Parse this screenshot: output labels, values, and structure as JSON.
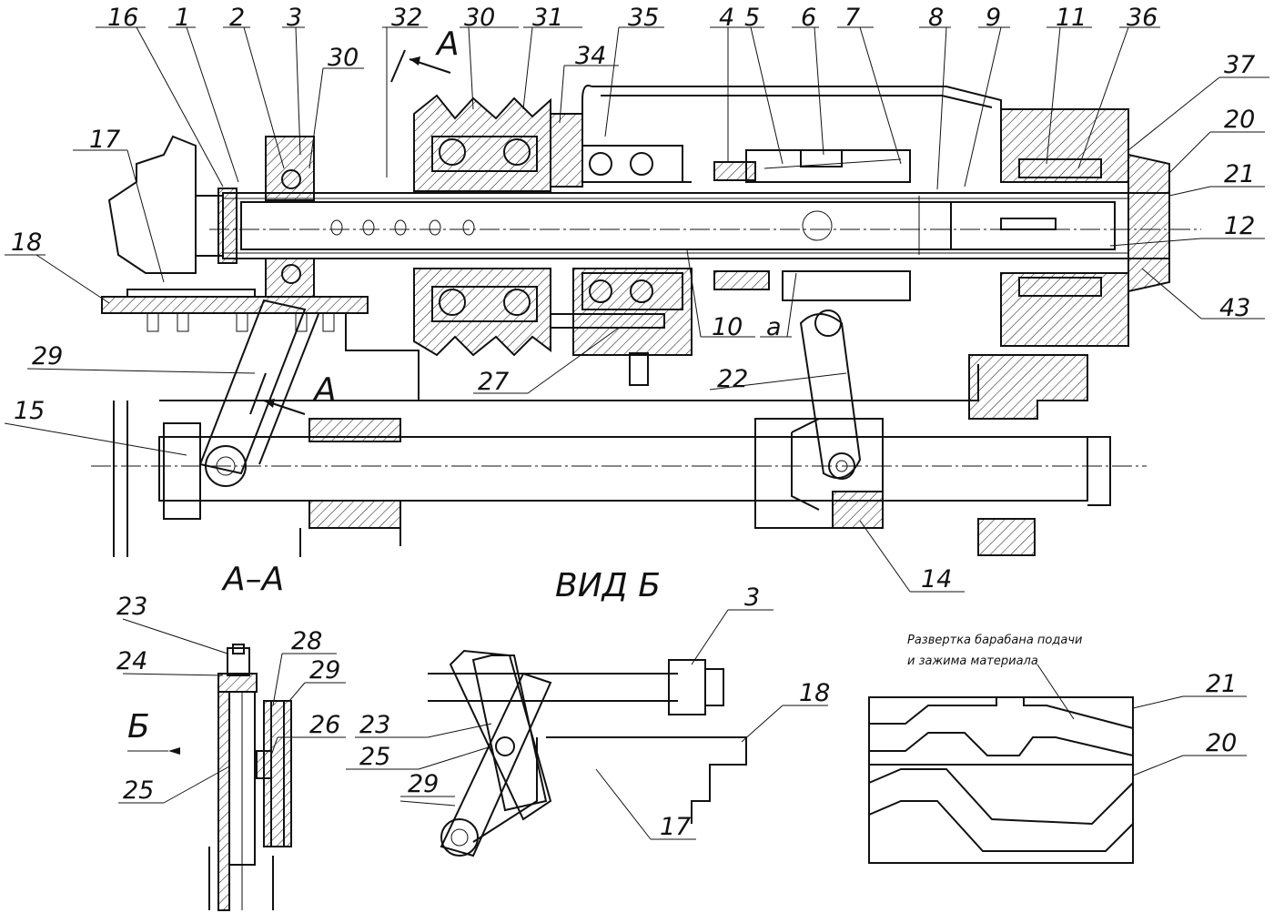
{
  "labels_top": [
    "16",
    "1",
    "2",
    "3",
    "32",
    "30",
    "31",
    "35",
    "4",
    "5",
    "6",
    "7",
    "8",
    "9",
    "11",
    "36",
    "37",
    "20",
    "21",
    "12",
    "43"
  ],
  "labels_left": [
    "17",
    "18",
    "29",
    "15",
    "30",
    "34",
    "27",
    "22",
    "10",
    "a",
    "14"
  ],
  "section_A": "А",
  "section_AA": "А–А",
  "view_B": "ВИД Б",
  "view_B_letter": "Б",
  "detail_AA_labels": [
    "23",
    "24",
    "28",
    "29",
    "26",
    "25"
  ],
  "detail_B_labels": [
    "3",
    "18",
    "23",
    "25",
    "29",
    "17"
  ],
  "drum_title": "Развертка барабана подачи",
  "drum_title_2": "и зажима материала",
  "drum_labels": [
    "21",
    "20"
  ]
}
